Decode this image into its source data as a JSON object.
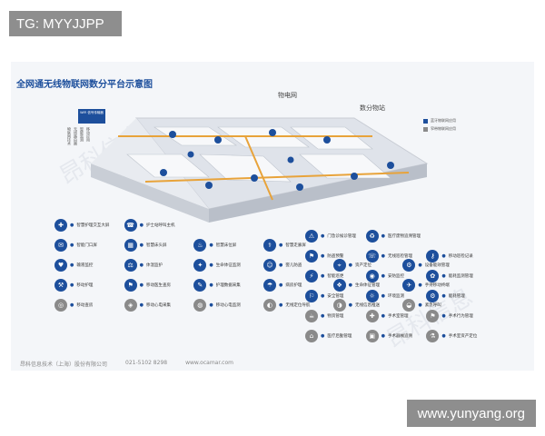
{
  "tag": "TG: MYYJJPP",
  "site": "www.yunyang.org",
  "title": "全网通无线物联网数分平台示意图",
  "callouts": {
    "top": "物电网",
    "digital": "数分物站"
  },
  "wifi": {
    "box": "WiFi 信号传输器",
    "tags": [
      "物联网技术",
      "无线路由器",
      "智能监测",
      "移动应用"
    ]
  },
  "legend": [
    {
      "label": "蓝牙物联网应用",
      "color": "#1d4f9c"
    },
    {
      "label": "窄带物联网应用",
      "color": "#8a8a8a"
    }
  ],
  "items_left": [
    {
      "icon": "✚",
      "label": "智慧护理交互大屏"
    },
    {
      "icon": "☎",
      "label": "护士站呼叫主机"
    },
    {
      "icon": "",
      "label": ""
    },
    {
      "icon": "",
      "label": ""
    },
    {
      "icon": "",
      "label": ""
    },
    {
      "icon": "",
      "label": ""
    },
    {
      "icon": "✉",
      "label": "智能门口屏"
    },
    {
      "icon": "▦",
      "label": "智慧床头屏"
    },
    {
      "icon": "♨",
      "label": "智慧床位屏"
    },
    {
      "icon": "⚕",
      "label": "智慧走廊屏"
    },
    {
      "icon": "",
      "label": ""
    },
    {
      "icon": "",
      "label": ""
    },
    {
      "icon": "♥",
      "label": "输液监控"
    },
    {
      "icon": "⚖",
      "label": "体温监护"
    },
    {
      "icon": "✦",
      "label": "生命体征监测"
    },
    {
      "icon": "☺",
      "label": "婴儿防盗"
    },
    {
      "icon": "⌖",
      "label": "资产定位"
    },
    {
      "icon": "⚙",
      "label": "设备能效管理"
    },
    {
      "icon": "⚒",
      "label": "移动护理"
    },
    {
      "icon": "⚑",
      "label": "移动医生查房"
    },
    {
      "icon": "✎",
      "label": "护理数据采集"
    },
    {
      "icon": "☂",
      "label": "病房护理"
    },
    {
      "icon": "❖",
      "label": "生命体征管理"
    },
    {
      "icon": "✈",
      "label": "手持移动终端"
    },
    {
      "icon": "◎",
      "label": "移动查房"
    },
    {
      "icon": "◈",
      "label": "移动心电采集"
    },
    {
      "icon": "◍",
      "label": "移动心电监测"
    },
    {
      "icon": "◐",
      "label": "无线定位导航"
    },
    {
      "icon": "◑",
      "label": "无线信息推送"
    },
    {
      "icon": "◒",
      "label": "紧急呼叫"
    }
  ],
  "items_right": [
    {
      "icon": "⚠",
      "label": "门急诊候诊管理"
    },
    {
      "icon": "♻",
      "label": "医疗废物追溯管理"
    },
    {
      "icon": "",
      "label": ""
    },
    {
      "icon": "⚑",
      "label": "防盗预警"
    },
    {
      "icon": "☏",
      "label": "无线巡检管理"
    },
    {
      "icon": "⚷",
      "label": "移动巡检记录"
    },
    {
      "icon": "⚡",
      "label": "智能巡更"
    },
    {
      "icon": "◉",
      "label": "安防监控"
    },
    {
      "icon": "✿",
      "label": "能耗监测管理"
    },
    {
      "icon": "⚐",
      "label": "安全管理"
    },
    {
      "icon": "☼",
      "label": "环境监测"
    },
    {
      "icon": "⚙",
      "label": "能耗管理"
    },
    {
      "icon": "☕",
      "label": "物资管理"
    },
    {
      "icon": "✚",
      "label": "手术室管理"
    },
    {
      "icon": "⚑",
      "label": "手术行为管理"
    },
    {
      "icon": "⌂",
      "label": "医疗后勤管理"
    },
    {
      "icon": "▣",
      "label": "手术器械追溯"
    },
    {
      "icon": "⚗",
      "label": "手术室资产定位"
    }
  ],
  "footer": {
    "company": "昂科信息技术（上海）股份有限公司",
    "phone": "021-5102 8298",
    "web": "www.ocamar.com"
  },
  "watermark": "昂科信息",
  "colors": {
    "brand": "#1d4f9c",
    "track": "#e8a33a"
  }
}
